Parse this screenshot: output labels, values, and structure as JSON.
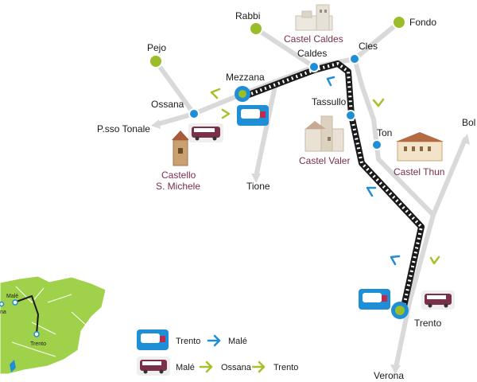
{
  "places": {
    "rabbi": "Rabbi",
    "pejo": "Pejo",
    "fondo": "Fondo",
    "caldes": "Caldes",
    "cles": "Cles",
    "mezzana": "Mezzana",
    "ossana": "Ossana",
    "passo_tonale": "P.sso Tonale",
    "tassullo": "Tassullo",
    "ton": "Ton",
    "tione": "Tione",
    "bolzano_partial": "Bol",
    "trento": "Trento",
    "verona": "Verona"
  },
  "castles": {
    "caldes": "Castel Caldes",
    "san_michele_line1": "Castello",
    "san_michele_line2": "S. Michele",
    "valer": "Castel Valer",
    "thun": "Castel Thun"
  },
  "inset": {
    "male": "Malé",
    "trento": "Trento",
    "partial_left": "na"
  },
  "legend": {
    "train_from": "Trento",
    "train_to": "Malé",
    "bus_stop1": "Malé",
    "bus_stop2": "Ossana",
    "bus_stop3": "Trento"
  },
  "colors": {
    "road": "#d9d9d9",
    "rail": "#1a1a1a",
    "station": "#1e8fd6",
    "terminus": "#9bbd2a",
    "arrow_train": "#1e8fd6",
    "arrow_bus": "#a6c22a",
    "castle_text": "#7a2f4a",
    "region_green": "#9fd24a"
  },
  "icons": {
    "train": "train-icon",
    "bus": "bus-icon",
    "castle": "castle-icon",
    "tower": "tower-icon"
  }
}
